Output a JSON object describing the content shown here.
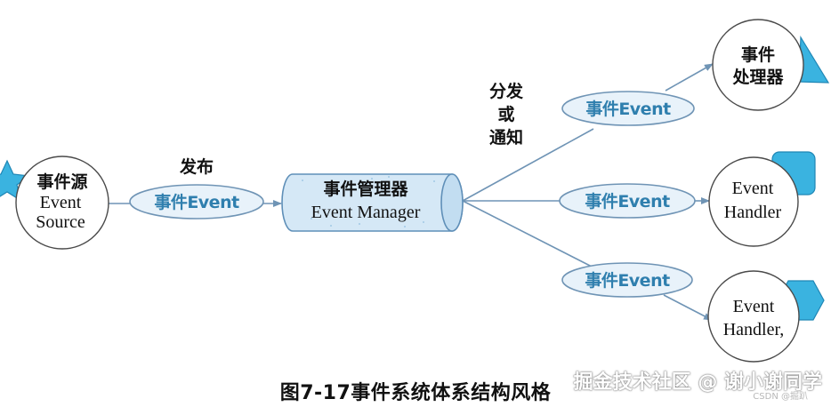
{
  "colors": {
    "line": "#6f94b5",
    "pill_fill": "#e8f2fa",
    "pill_text": "#2f7fae",
    "cylinder_fill": "#d5e8f6",
    "cylinder_stroke": "#5f8fb8",
    "shape_fill": "#3ab3e0",
    "shape_stroke": "#1f86b5",
    "circle_stroke": "#4a4a4a",
    "text": "#111111"
  },
  "source": {
    "line1": "事件源",
    "line2": "Event",
    "line3": "Source"
  },
  "publish": {
    "label": "发布",
    "pill": "事件Event"
  },
  "manager": {
    "line1": "事件管理器",
    "line2": "Event Manager"
  },
  "dispatch": {
    "line1": "分发",
    "line2": "或",
    "line3": "通知"
  },
  "branches": {
    "top_pill": "事件Event",
    "middle_pill": "事件Event",
    "bottom_pill": "事件Event"
  },
  "handlers": {
    "top": {
      "line1": "事件",
      "line2": "处理器"
    },
    "middle": {
      "line1": "Event",
      "line2": "Handler"
    },
    "bottom": {
      "line1": "Event",
      "line2": "Handler,"
    }
  },
  "caption": "图7-17事件系统体系结构风格",
  "watermark": "掘金技术社区 @ 谢小谢同学",
  "watermark_small": "CSDN @掘趴"
}
